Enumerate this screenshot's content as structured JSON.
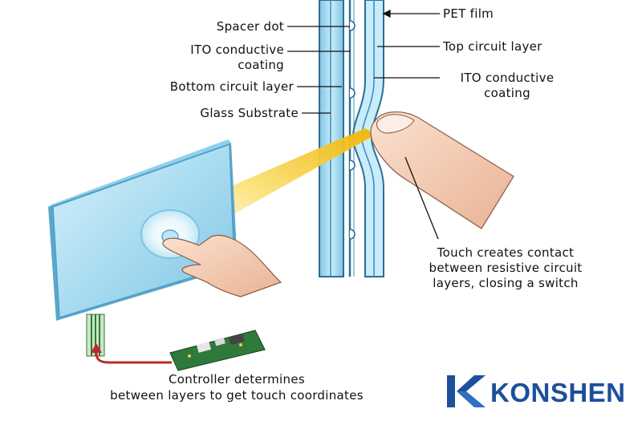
{
  "labels": {
    "spacer_dot": "Spacer dot",
    "ito_left_line1": "ITO conductive",
    "ito_left_line2": "coating",
    "bottom_circuit": "Bottom circuit layer",
    "glass_substrate": "Glass Substrate",
    "pet_film": "PET film",
    "top_circuit": "Top circuit layer",
    "ito_right_line1": "ITO conductive",
    "ito_right_line2": "coating",
    "touch_line1": "Touch creates contact",
    "touch_line2": "between resistive circuit",
    "touch_line3": "layers, closing a switch",
    "controller_line1": "Controller determines",
    "controller_line2": "between layers to get touch coordinates"
  },
  "brand": {
    "name": "KONSHEN"
  },
  "colors": {
    "panel_blue": "#a9dcf0",
    "panel_edge": "#5aa7cc",
    "brand_blue": "#1d4f9c",
    "arrow_red": "#c0282d",
    "pcb_green": "#2f7a3a",
    "skin": "#f4cdb4",
    "highlight_yellow": "#f7d640"
  }
}
